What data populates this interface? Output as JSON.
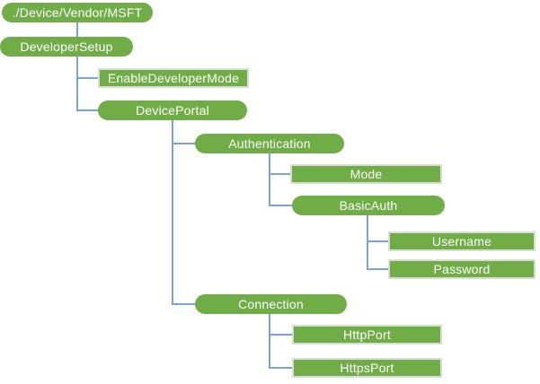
{
  "colors": {
    "node_fill": "#70ad47",
    "node_text": "#ffffff",
    "connector": "#78a4d9",
    "leaf_border": "#d9ddd4",
    "background": "#ffffff"
  },
  "nodes": [
    {
      "label": "./Device/Vendor/MSFT",
      "shape": "pill",
      "parent": null
    },
    {
      "label": "DeveloperSetup",
      "shape": "pill",
      "parent": "./Device/Vendor/MSFT"
    },
    {
      "label": "EnableDeveloperMode",
      "shape": "rect",
      "parent": "DeveloperSetup"
    },
    {
      "label": "DevicePortal",
      "shape": "pill",
      "parent": "DeveloperSetup"
    },
    {
      "label": "Authentication",
      "shape": "pill",
      "parent": "DevicePortal"
    },
    {
      "label": "Mode",
      "shape": "rect",
      "parent": "Authentication"
    },
    {
      "label": "BasicAuth",
      "shape": "pill",
      "parent": "Authentication"
    },
    {
      "label": "Username",
      "shape": "rect",
      "parent": "BasicAuth"
    },
    {
      "label": "Password",
      "shape": "rect",
      "parent": "BasicAuth"
    },
    {
      "label": "Connection",
      "shape": "pill",
      "parent": "DevicePortal"
    },
    {
      "label": "HttpPort",
      "shape": "rect",
      "parent": "Connection"
    },
    {
      "label": "HttpsPort",
      "shape": "rect",
      "parent": "Connection"
    }
  ]
}
